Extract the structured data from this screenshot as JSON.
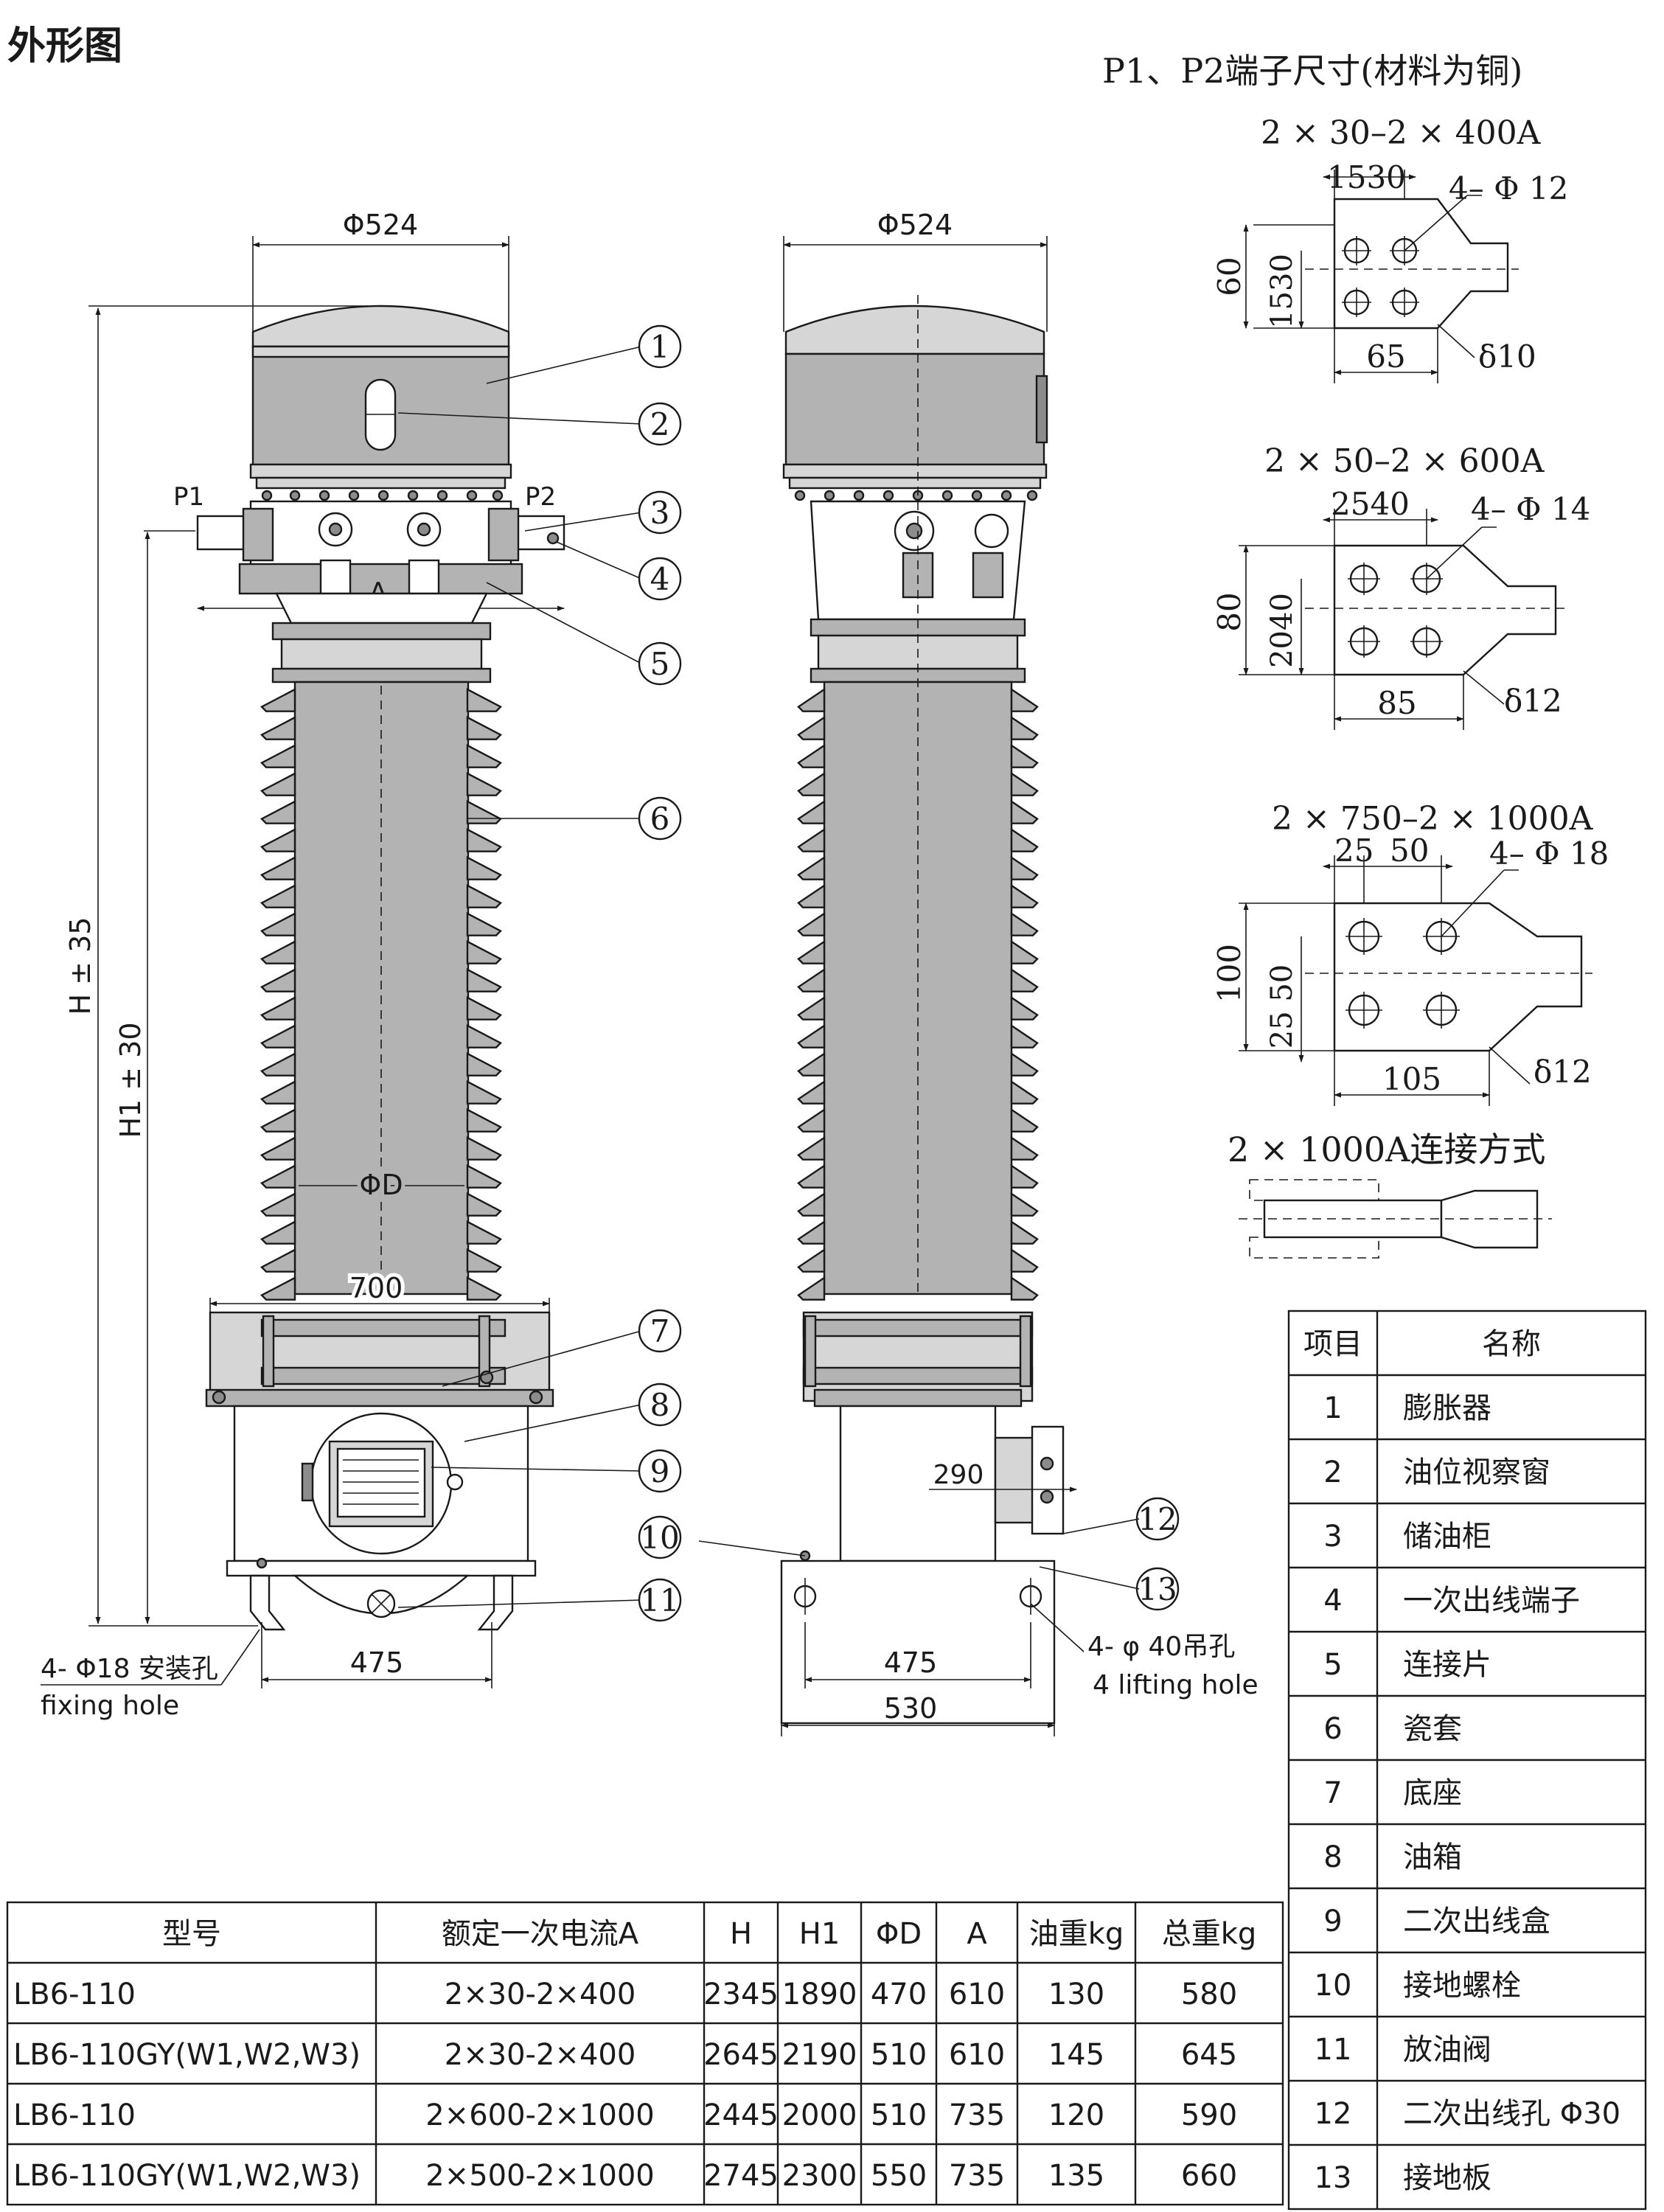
{
  "title": "外形图",
  "views": {
    "front": {
      "top_diameter": "Φ524",
      "p1": "P1",
      "p2": "P2",
      "dim_a": "A",
      "dim_h": "H ± 35",
      "dim_h1": "H1 ± 30",
      "dim_d": "ΦD",
      "dim_700": "700",
      "dim_475": "475",
      "fixing_hole_cn": "4- Φ18 安装孔",
      "fixing_hole_en": "fixing hole"
    },
    "side": {
      "top_diameter": "Φ524",
      "dim_290": "290",
      "dim_475": "475",
      "dim_530": "530",
      "lifting_hole_cn": "4- φ 40吊孔",
      "lifting_hole_en": "4 lifting hole"
    },
    "callouts": [
      "1",
      "2",
      "3",
      "4",
      "5",
      "6",
      "7",
      "8",
      "9",
      "10",
      "11",
      "12",
      "13"
    ]
  },
  "terminals": {
    "heading": "P1、P2端子尺寸(材料为铜)",
    "t400": {
      "title": "2 × 30–2 × 400A",
      "d_top": "1530",
      "holes": "4– Φ 12",
      "d_left": "60",
      "d_left_inner": "1530",
      "d_bottom": "65",
      "thickness": "δ10"
    },
    "t600": {
      "title": "2 × 50–2 × 600A",
      "d_top": "2540",
      "holes": "4– Φ 14",
      "d_left": "80",
      "d_left_inner": "2040",
      "d_bottom": "85",
      "thickness": "δ12"
    },
    "t1000": {
      "title": "2 × 750–2 × 1000A",
      "d_top_a": "25",
      "d_top_b": "50",
      "holes": "4– Φ 18",
      "d_left": "100",
      "d_left_inner": "25 50",
      "d_bottom": "105",
      "thickness": "δ12"
    },
    "connection_title": "2 × 1000A连接方式"
  },
  "parts_table": {
    "headers": [
      "项目",
      "名称"
    ],
    "rows": [
      [
        "1",
        "膨胀器"
      ],
      [
        "2",
        "油位视察窗"
      ],
      [
        "3",
        "储油柜"
      ],
      [
        "4",
        "一次出线端子"
      ],
      [
        "5",
        "连接片"
      ],
      [
        "6",
        "瓷套"
      ],
      [
        "7",
        "底座"
      ],
      [
        "8",
        "油箱"
      ],
      [
        "9",
        "二次出线盒"
      ],
      [
        "10",
        "接地螺栓"
      ],
      [
        "11",
        "放油阀"
      ],
      [
        "12",
        "二次出线孔 Φ30"
      ],
      [
        "13",
        "接地板"
      ]
    ]
  },
  "spec_table": {
    "headers": [
      "型号",
      "额定一次电流A",
      "H",
      "H1",
      "ΦD",
      "A",
      "油重kg",
      "总重kg"
    ],
    "rows": [
      [
        "LB6-110",
        "2×30-2×400",
        "2345",
        "1890",
        "470",
        "610",
        "130",
        "580"
      ],
      [
        "LB6-110GY(W1,W2,W3)",
        "2×30-2×400",
        "2645",
        "2190",
        "510",
        "610",
        "145",
        "645"
      ],
      [
        "LB6-110",
        "2×600-2×1000",
        "2445",
        "2000",
        "510",
        "735",
        "120",
        "590"
      ],
      [
        "LB6-110GY(W1,W2,W3)",
        "2×500-2×1000",
        "2745",
        "2300",
        "550",
        "735",
        "135",
        "660"
      ]
    ]
  }
}
